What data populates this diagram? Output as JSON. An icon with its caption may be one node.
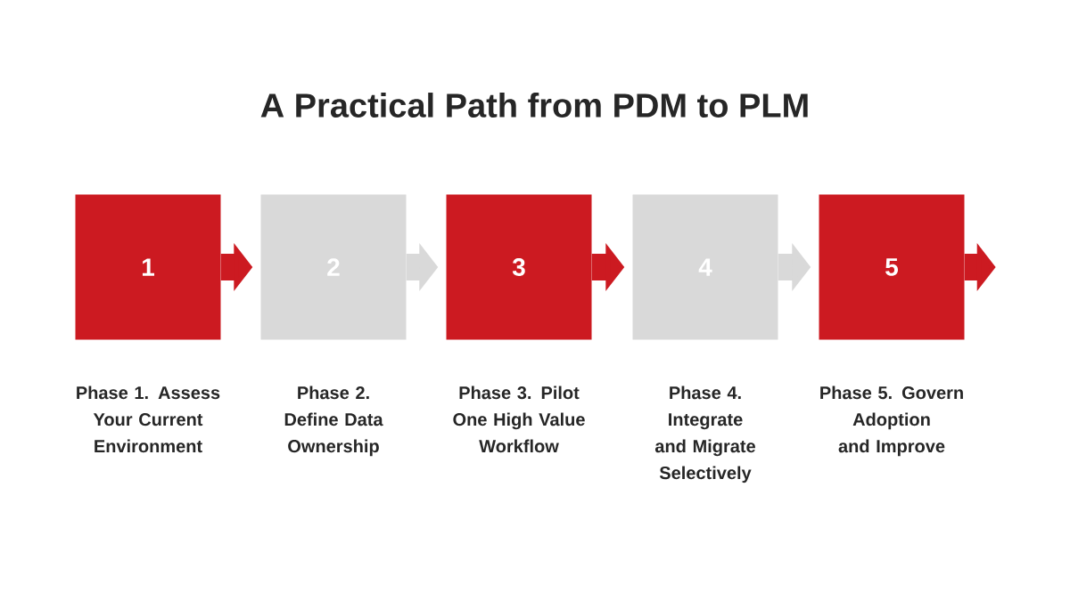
{
  "diagram": {
    "title": "A Practical Path from PDM to PLM",
    "nodes": [
      {
        "text": [
          "1"
        ],
        "beside": [
          "Phase 1. Assess Your Current Environment"
        ]
      },
      {
        "text": [
          "2"
        ],
        "beside": [
          "Phase 2. Define Data Ownership"
        ]
      },
      {
        "text": [
          "3"
        ],
        "beside": [
          "Phase 3. Pilot One High Value Workflow"
        ]
      },
      {
        "text": [
          "4"
        ],
        "beside": [
          "Phase 4. Integrate and Migrate Selectively"
        ]
      },
      {
        "text": [
          "5"
        ],
        "beside": [
          "Phase 5. Govern Adoption and Improve"
        ]
      }
    ],
    "edges": [
      {
        "from": 0,
        "to": 1,
        "arrow": "to"
      },
      {
        "from": 1,
        "to": 2,
        "arrow": "to",
        "color": "#d9d9d9"
      },
      {
        "from": 2,
        "to": 3,
        "arrow": "to"
      },
      {
        "from": 3,
        "to": 4,
        "arrow": "to",
        "color": "#d9d9d9"
      },
      {
        "from": 4,
        "to": null,
        "arrow": "to"
      }
    ]
  }
}
